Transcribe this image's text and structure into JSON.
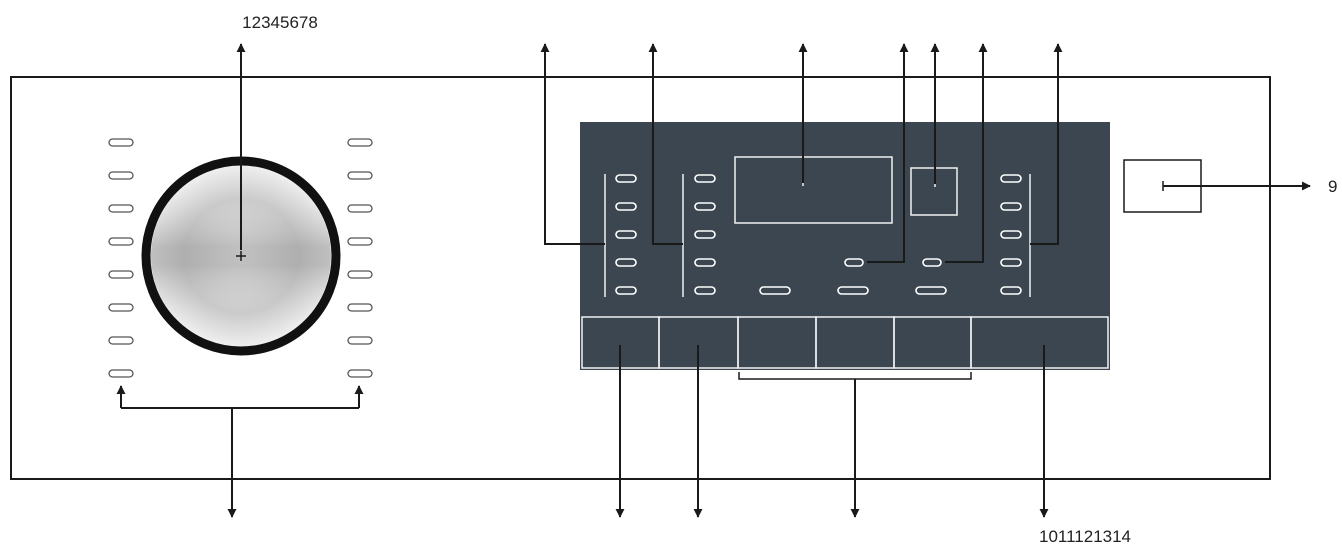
{
  "callouts": {
    "top_left": "12345678",
    "right": "9",
    "bottom_right": "1011121314"
  },
  "colors": {
    "panel": "#ffffff",
    "display": "#3c4650",
    "outline": "#1a1a1a",
    "display_lines": "#f2f2f2"
  },
  "icons": {
    "knob": "program-selector-knob",
    "arrow": "arrow-head"
  }
}
